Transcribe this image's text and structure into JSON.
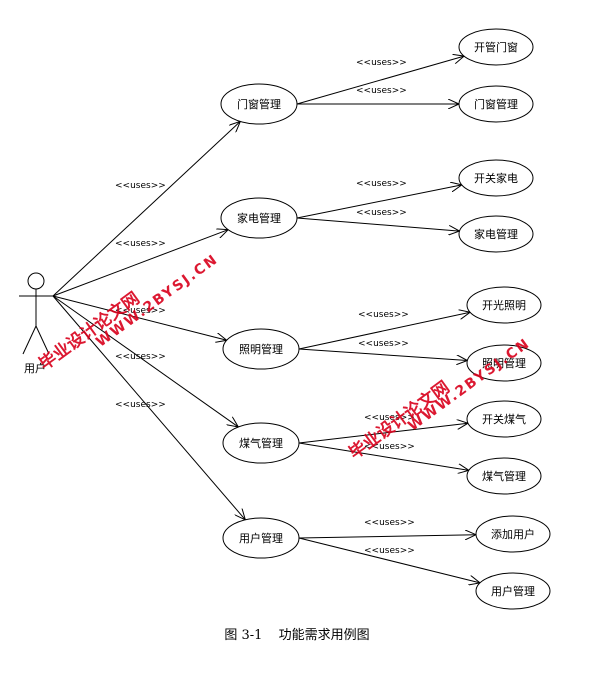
{
  "actor": {
    "label": "用户"
  },
  "relation_label": "<<uses>>",
  "groups": [
    {
      "name": "门窗管理",
      "children": [
        "开管门窗",
        "门窗管理"
      ]
    },
    {
      "name": "家电管理",
      "children": [
        "开关家电",
        "家电管理"
      ]
    },
    {
      "name": "照明管理",
      "children": [
        "开光照明",
        "照明管理"
      ]
    },
    {
      "name": "煤气管理",
      "children": [
        "开关煤气",
        "煤气管理"
      ]
    },
    {
      "name": "用户管理",
      "children": [
        "添加用户",
        "用户管理"
      ]
    }
  ],
  "caption": {
    "number": "图 3-1",
    "title": "功能需求用例图"
  },
  "watermark": {
    "text": "毕业设计论文网",
    "url": "WWW.2BYSJ.CN"
  }
}
